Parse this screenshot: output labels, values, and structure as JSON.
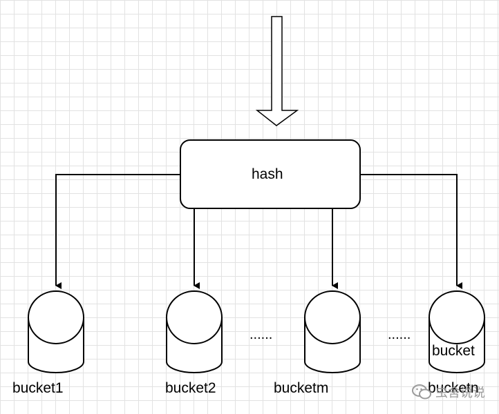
{
  "hash_box": {
    "label": "hash"
  },
  "buckets": [
    {
      "label": "bucket1"
    },
    {
      "label": "bucket2"
    },
    {
      "label": "bucketm"
    },
    {
      "label": "bucketn",
      "inner_label": "bucket"
    }
  ],
  "ellipses": [
    "......",
    "......"
  ],
  "watermark": {
    "text": "虫舍说说",
    "icon": "wechat-bubble-icon"
  },
  "colors": {
    "stroke": "#000000",
    "fill": "#ffffff",
    "grid": "#e2e2e2"
  }
}
